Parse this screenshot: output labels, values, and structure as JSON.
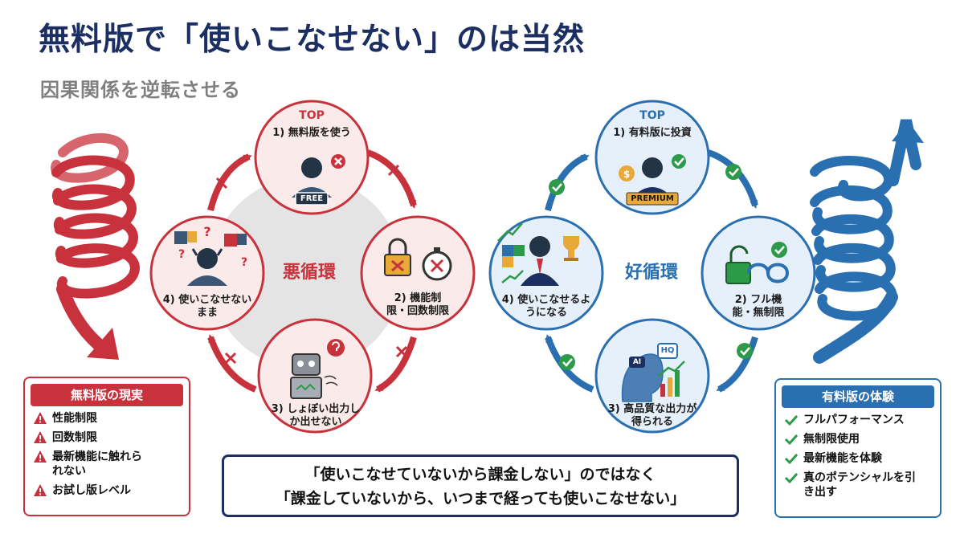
{
  "title": "無料版で「使いこなせない」のは当然",
  "subtitle": "因果関係を逆転させる",
  "vicious": {
    "center_label": "悪循環",
    "top_label": "TOP",
    "badge": "FREE",
    "nodes": [
      "1) 無料版を使う",
      "2) 機能制限・回数制限",
      "3) しょぼい出力しか出せない",
      "4) 使いこなせないまま"
    ]
  },
  "virtuous": {
    "center_label": "好循環",
    "top_label": "TOP",
    "badge": "PREMIUM",
    "hq_badge": "HQ",
    "ai_badge": "AI",
    "nodes": [
      "1) 有料版に投資",
      "2) フル機能・無制限",
      "3) 高品質な出力が得られる",
      "4) 使いこなせるようになる"
    ]
  },
  "free_panel": {
    "header": "無料版の現実",
    "items": [
      "性能制限",
      "回数制限",
      "最新機能に触れられない",
      "お試し版レベル"
    ]
  },
  "paid_panel": {
    "header": "有料版の体験",
    "items": [
      "フルパフォーマンス",
      "無制限使用",
      "最新機能を体験",
      "真のポテンシャルを引き出す"
    ]
  },
  "quote": {
    "line1": "「使いこなせていないから課金しない」のではなく",
    "line2": "「課金していないから、いつまで経っても使いこなせない」"
  },
  "colors": {
    "navy": "#1c2f63",
    "red": "#c8323c",
    "blue": "#2a6fb0",
    "green": "#2c9a48",
    "gray": "#808080"
  },
  "icons": {
    "free_items": "warning-icon",
    "paid_items": "check-icon",
    "vicious_arrows": "crossed-arrow",
    "virtuous_arrows": "check-arrow"
  }
}
